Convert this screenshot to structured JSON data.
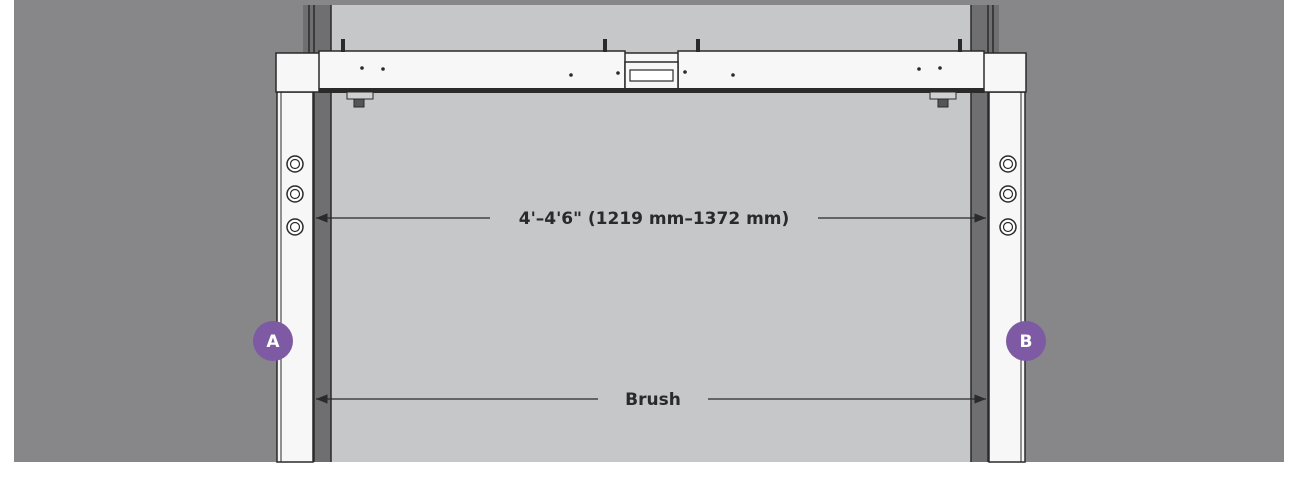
{
  "dimensions": {
    "top_label": "4'–4'6\" (1219 mm–1372 mm)",
    "bottom_label": "Brush"
  },
  "badges": {
    "left": "A",
    "right": "B"
  },
  "colors": {
    "wall": "#87878a",
    "opening": "#c6c7c9",
    "badge": "#7d5aa3",
    "frame": "#f7f7f7",
    "line": "#2a2a2a"
  }
}
